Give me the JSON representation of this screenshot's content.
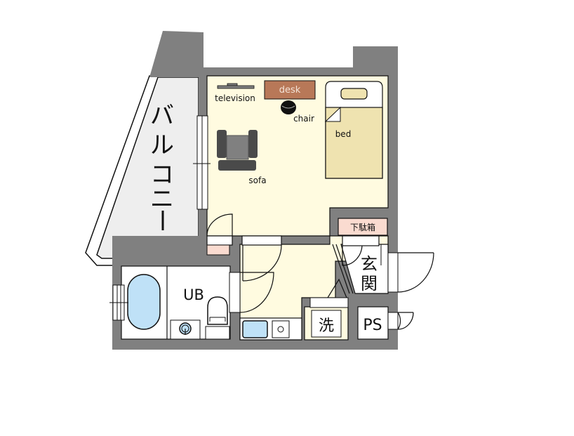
{
  "floor_plan": {
    "colors": {
      "wall": "#808080",
      "living_floor": "#fffbe0",
      "balcony": "#eeeeee",
      "bath_floor": "#ffffff",
      "tub": "#bfe1f7",
      "bed": "#efe3b0",
      "desk": "#b87858",
      "shoe_box": "#fadbd0",
      "furniture_dark": "#4a4a4a"
    },
    "rooms": {
      "balcony": "バルコニー",
      "unit_bath": "UB",
      "entrance": "玄関",
      "washer": "洗",
      "pipe_space": "PS",
      "shoe_box": "下駄箱"
    },
    "furniture": {
      "television": "television",
      "desk": "desk",
      "chair": "chair",
      "bed": "bed",
      "sofa": "sofa"
    }
  }
}
